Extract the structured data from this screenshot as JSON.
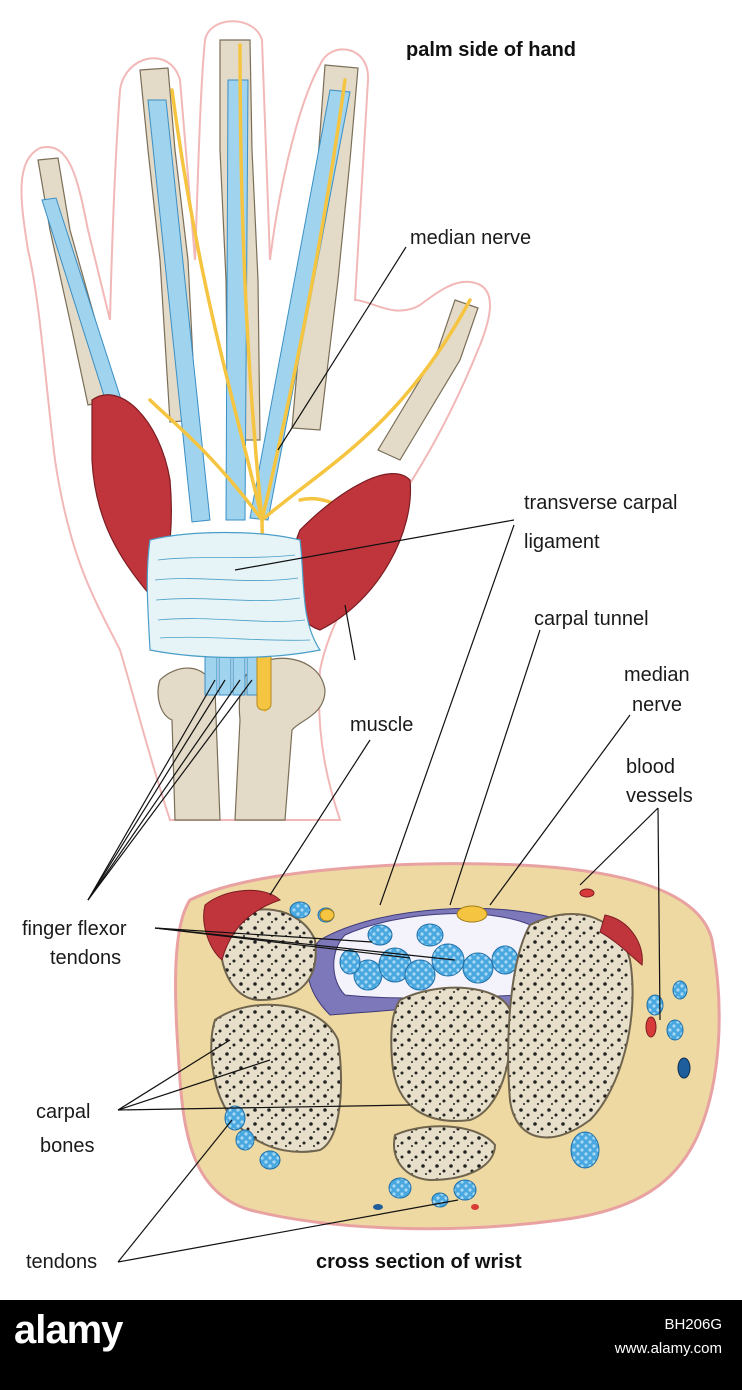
{
  "labels": {
    "palm_title": "palm side of hand",
    "median_nerve_top": "median nerve",
    "transverse_1": "transverse carpal",
    "transverse_2": "ligament",
    "carpal_tunnel": "carpal tunnel",
    "median_nerve_2a": "median",
    "median_nerve_2b": "nerve",
    "blood_1": "blood",
    "blood_2": "vessels",
    "muscle": "muscle",
    "finger_flexor_1": "finger flexor",
    "finger_flexor_2": "tendons",
    "carpal_bones_1": "carpal",
    "carpal_bones_2": "bones",
    "tendons": "tendons",
    "cross_title": "cross section of wrist"
  },
  "watermark": {
    "logo": "alamy",
    "image_id": "BH206G",
    "url": "www.alamy.com"
  },
  "colors": {
    "skin_outline": "#f2b8b8",
    "bone": "#e3dac8",
    "tendon": "#9fd3ee",
    "nerve": "#f5c542",
    "muscle": "#c0353c",
    "ligament": "#e6f3f7",
    "fat": "#efd9a2",
    "tunnel_purple": "#7d78b9",
    "vessel_red": "#d83a3a",
    "vessel_blue": "#1f5e9c"
  }
}
